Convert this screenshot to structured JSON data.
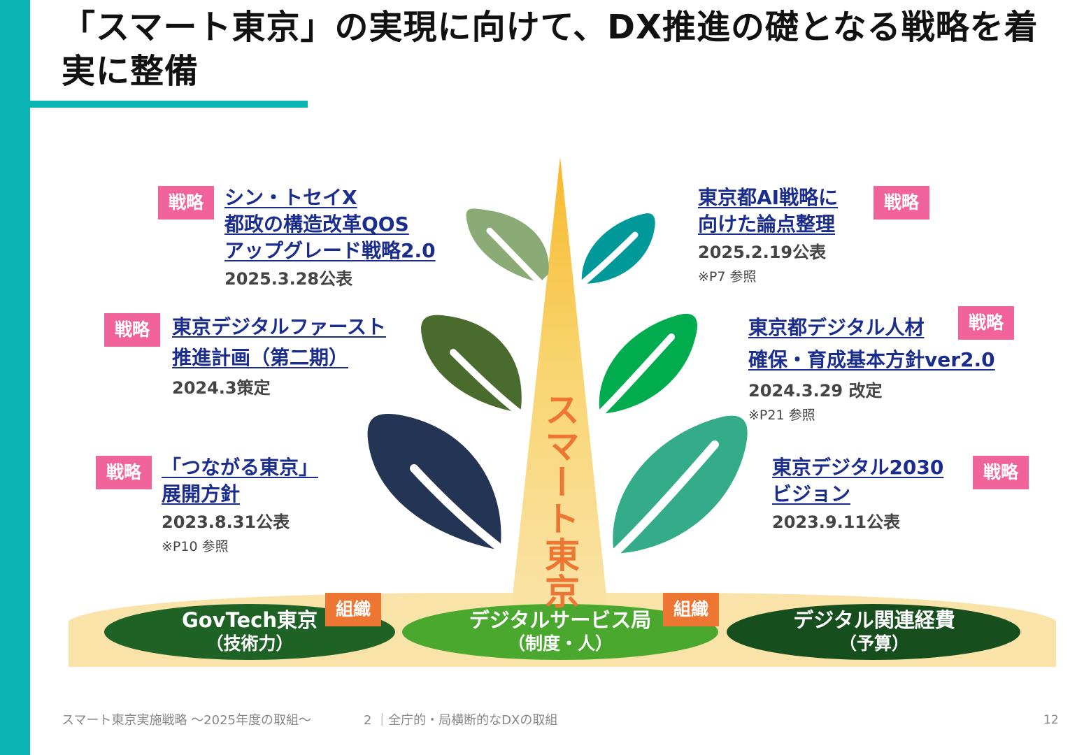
{
  "title": "「スマート東京」の実現に向けて、DX推進の礎となる戦略を着実に整備",
  "trunk_label": "スマート東京",
  "badge_strategy": "戦略",
  "badge_org": "組織",
  "strategies": [
    {
      "lines": [
        "シン・トセイX",
        "都政の構造改革QOS",
        "アップグレード戦略2.0"
      ],
      "date": "2025.3.28公表",
      "ref": ""
    },
    {
      "lines": [
        "東京デジタルファースト",
        "推進計画（第二期）"
      ],
      "date": "2024.3策定",
      "ref": ""
    },
    {
      "lines": [
        "「つながる東京」",
        "展開方針"
      ],
      "date": "2023.8.31公表",
      "ref": "※P10 参照"
    },
    {
      "lines": [
        "東京都AI戦略に",
        "向けた論点整理"
      ],
      "date": "2025.2.19公表",
      "ref": "※P7 参照"
    },
    {
      "lines": [
        "東京都デジタル人材",
        "確保・育成基本方針ver2.0"
      ],
      "date": "2024.3.29 改定",
      "ref": "※P21 参照"
    },
    {
      "lines": [
        "東京デジタル2030",
        "ビジョン"
      ],
      "date": "2023.9.11公表",
      "ref": ""
    }
  ],
  "foundation": [
    {
      "main": "GovTech東京",
      "sub": "（技術力）"
    },
    {
      "main": "デジタルサービス局",
      "sub": "（制度・人）"
    },
    {
      "main": "デジタル関連経費",
      "sub": "（予算）"
    }
  ],
  "footer": {
    "doc_title": "スマート東京実施戦略 ～2025年度の取組～",
    "section": "2 ｜全庁的・局横断的なDXの取組",
    "page": "12"
  },
  "colors": {
    "accent": "#0ab4b4",
    "strategy_badge": "#f0649b",
    "org_badge": "#ed7633",
    "link": "#1a2d8c",
    "trunk_text": "#ed7633"
  }
}
